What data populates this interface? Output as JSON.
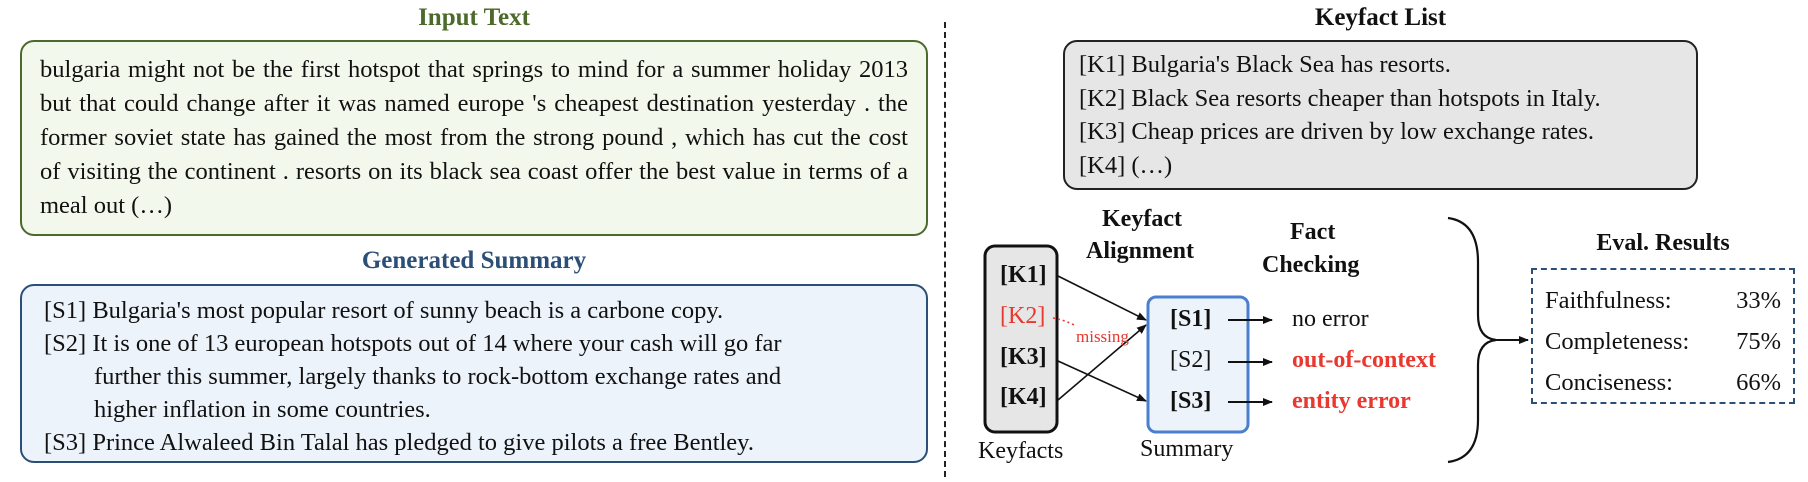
{
  "input_text": {
    "title": "Input Text",
    "body": "bulgaria might not be the first hotspot that springs to mind for a summer holiday 2013 but that could change after it was named europe 's cheapest destination yesterday . the former soviet state has gained the most from the strong pound , which has cut the cost of visiting the continent . resorts on its black sea coast offer the best value in terms of a meal out (…)"
  },
  "generated_summary": {
    "title": "Generated Summary",
    "s1": "[S1] Bulgaria's most popular resort of sunny beach is a carbone copy.",
    "s2_line1": "[S2] It is one of 13 european hotspots out of 14 where your cash will go far",
    "s2_line2": "further this summer, largely thanks to rock-bottom exchange rates and",
    "s2_line3": "higher inflation in some countries.",
    "s3": "[S3] Prince Alwaleed Bin Talal has pledged to give pilots a free Bentley."
  },
  "keyfact_list": {
    "title": "Keyfact List",
    "items": [
      "[K1] Bulgaria's Black Sea has resorts.",
      "[K2] Black Sea resorts cheaper than hotspots in Italy.",
      "[K3] Cheap prices are driven by low exchange rates.",
      "[K4] (…)"
    ]
  },
  "alignment": {
    "heading_line1": "Keyfact",
    "heading_line2": "Alignment",
    "keyfacts": [
      "[K1]",
      "[K2]",
      "[K3]",
      "[K4]"
    ],
    "keyfacts_label": "Keyfacts",
    "missing_label": "missing",
    "summary_items": [
      "[S1]",
      "[S2]",
      "[S3]"
    ],
    "summary_label": "Summary"
  },
  "fact_checking": {
    "heading_line1": "Fact",
    "heading_line2": "Checking",
    "results": [
      "no error",
      "out-of-context",
      "entity error"
    ]
  },
  "eval_results": {
    "title": "Eval. Results",
    "rows": [
      {
        "label": "Faithfulness:",
        "value": "33%"
      },
      {
        "label": "Completeness:",
        "value": "75%"
      },
      {
        "label": "Conciseness:",
        "value": "66%"
      }
    ]
  },
  "colors": {
    "input_border": "#4c6a2b",
    "summary_border": "#2c4f78",
    "error_red": "#e8382f",
    "summary_box_border": "#4a7fd0"
  }
}
